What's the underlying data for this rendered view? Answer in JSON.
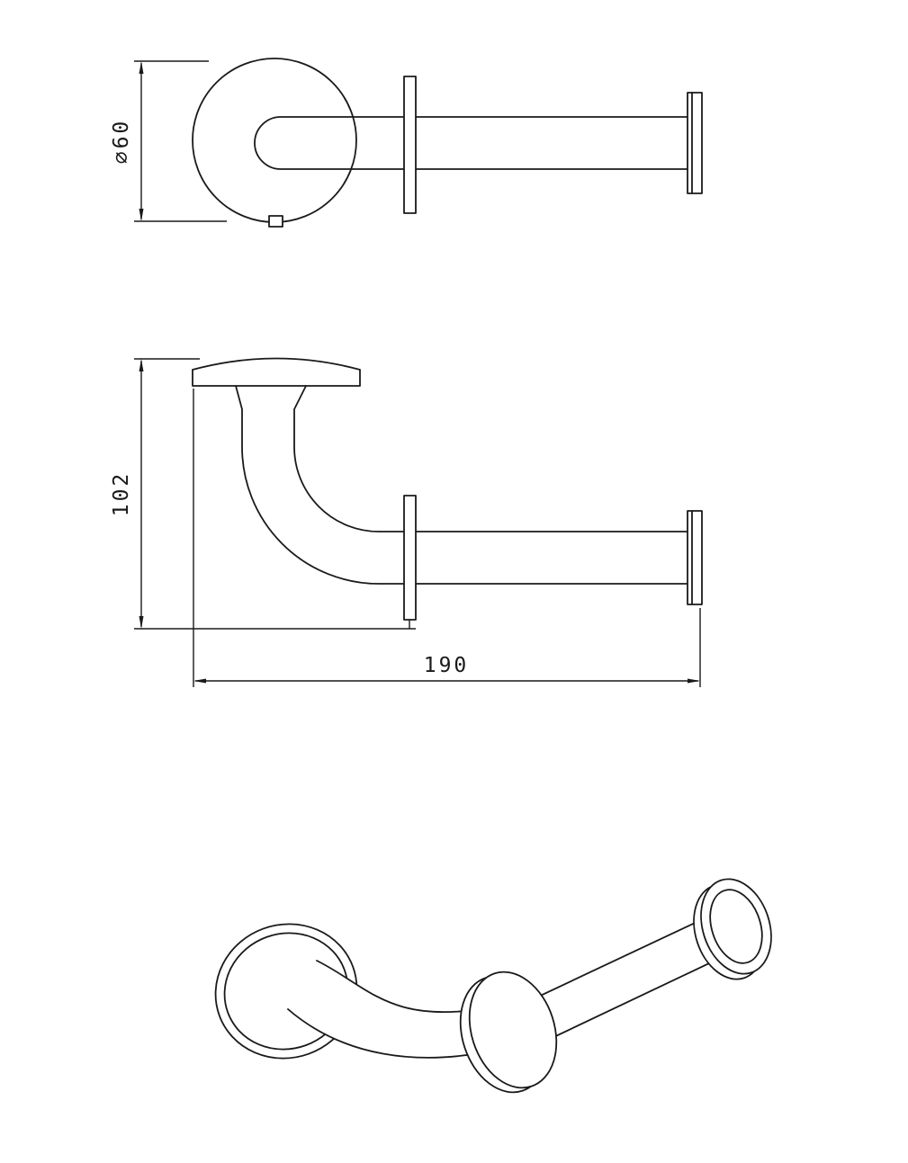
{
  "drawing": {
    "background_color": "#ffffff",
    "line_color": "#1a1a1a",
    "views": {
      "top": "top-view",
      "front": "front-view",
      "perspective": "perspective-view"
    },
    "dimensions": {
      "diameter": "⌀60",
      "height": "102",
      "length": "190"
    }
  }
}
